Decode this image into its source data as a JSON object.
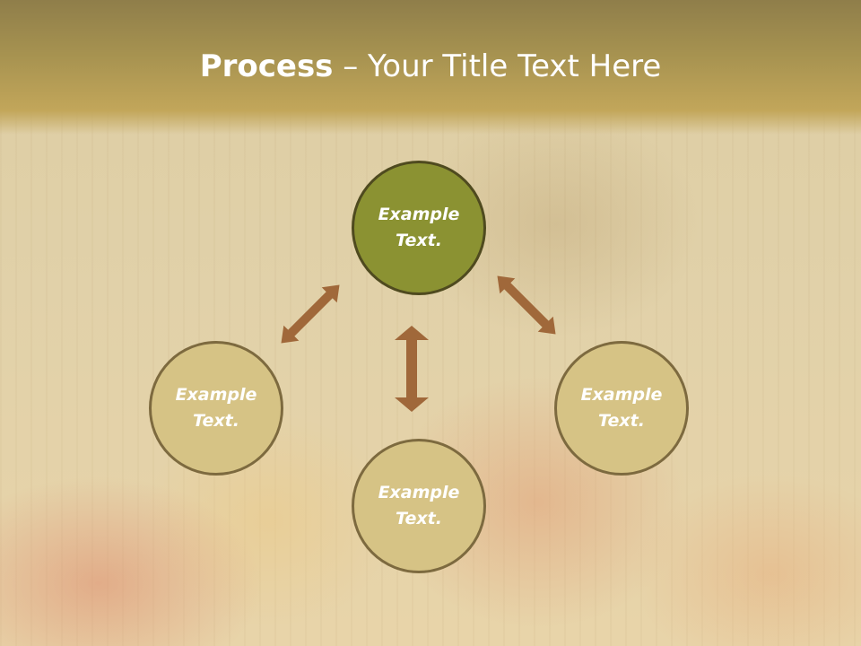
{
  "slide": {
    "title_bold": "Process",
    "title_rest": " – Your Title Text Here"
  },
  "nodes": {
    "top": "Example Text.",
    "left": "Example Text.",
    "right": "Example Text.",
    "bottom": "Example Text."
  },
  "colors": {
    "top_node_fill": "#8b9232",
    "node_fill": "#d6c385",
    "node_border": "#7d6a3f",
    "arrow": "#a0683a",
    "title_bar": "#b39d56"
  }
}
